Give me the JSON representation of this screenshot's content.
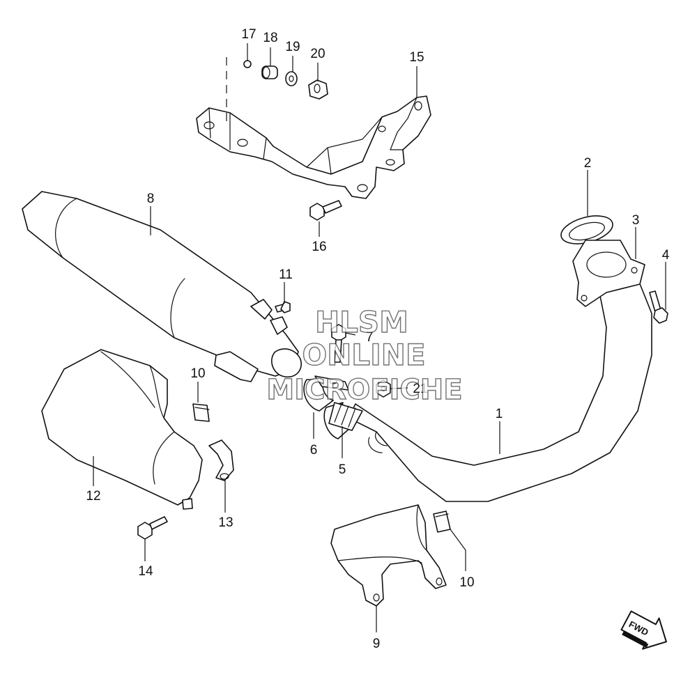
{
  "watermark": {
    "line1": "HLSM",
    "line2": "ONLINE",
    "line3": "MICROFICHE"
  },
  "fwd_label": "FWD",
  "parts": [
    {
      "id": "p1",
      "label": "1"
    },
    {
      "id": "p2",
      "label": "2"
    },
    {
      "id": "p3",
      "label": "3"
    },
    {
      "id": "p4",
      "label": "4"
    },
    {
      "id": "p5",
      "label": "5"
    },
    {
      "id": "p6",
      "label": "6"
    },
    {
      "id": "p7",
      "label": "7"
    },
    {
      "id": "p8",
      "label": "8"
    },
    {
      "id": "p9",
      "label": "9"
    },
    {
      "id": "p10a",
      "label": "10"
    },
    {
      "id": "p10b",
      "label": "10"
    },
    {
      "id": "p11",
      "label": "11"
    },
    {
      "id": "p12",
      "label": "12"
    },
    {
      "id": "p13",
      "label": "13"
    },
    {
      "id": "p14",
      "label": "14"
    },
    {
      "id": "p15",
      "label": "15"
    },
    {
      "id": "p16",
      "label": "16"
    },
    {
      "id": "p17",
      "label": "17"
    },
    {
      "id": "p18",
      "label": "18"
    },
    {
      "id": "p19",
      "label": "19"
    },
    {
      "id": "p20",
      "label": "20"
    },
    {
      "id": "p21",
      "label": "21"
    }
  ]
}
